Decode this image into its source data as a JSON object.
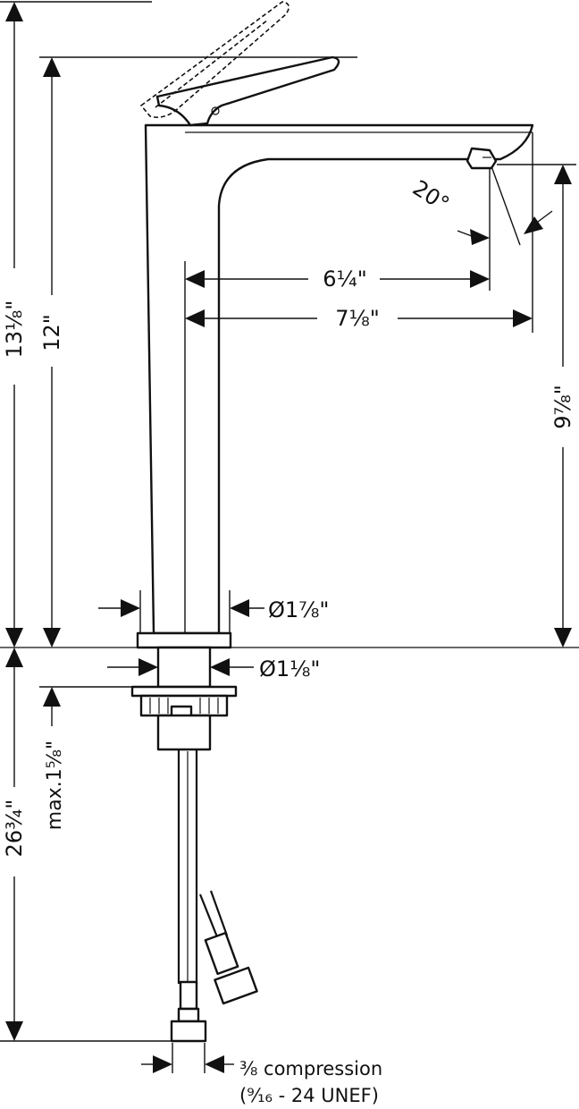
{
  "dimensions": {
    "overall_height": "13⅛\"",
    "spout_height": "12\"",
    "below_deck": "26¾\"",
    "max_deck_thickness": "max.1⅝\"",
    "spout_reach_inner": "6¼\"",
    "spout_reach_outer": "7⅛\"",
    "outlet_height": "9⅞\"",
    "body_diameter": "Ø1⅞\"",
    "shank_diameter": "Ø1⅛\"",
    "outlet_angle": "20°"
  },
  "connection": {
    "size": "⅜ compression",
    "thread": "(⁹⁄₁₆ - 24 UNEF)"
  }
}
